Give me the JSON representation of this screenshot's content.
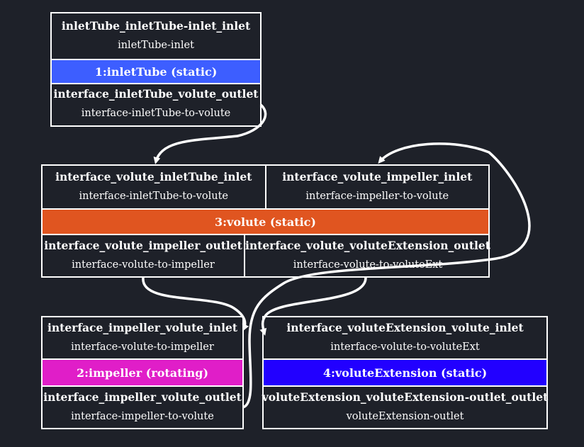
{
  "nodes": {
    "inletTube": {
      "title": "1:inletTube (static)",
      "color": "#3d5eff",
      "top_port": {
        "name": "inletTube_inletTube-inlet_inlet",
        "desc": "inletTube-inlet"
      },
      "bottom_port": {
        "name": "interface_inletTube_volute_outlet",
        "desc": "interface-inletTube-to-volute"
      }
    },
    "volute": {
      "title": "3:volute (static)",
      "color": "#e05520",
      "top_ports": [
        {
          "name": "interface_volute_inletTube_inlet",
          "desc": "interface-inletTube-to-volute"
        },
        {
          "name": "interface_volute_impeller_inlet",
          "desc": "interface-impeller-to-volute"
        }
      ],
      "bottom_ports": [
        {
          "name": "interface_volute_impeller_outlet",
          "desc": "interface-volute-to-impeller"
        },
        {
          "name": "interface_volute_voluteExtension_outlet",
          "desc": "interface-volute-to-voluteExt"
        }
      ]
    },
    "impeller": {
      "title": "2:impeller (rotating)",
      "color": "#e01ec8",
      "top_port": {
        "name": "interface_impeller_volute_inlet",
        "desc": "interface-volute-to-impeller"
      },
      "bottom_port": {
        "name": "interface_impeller_volute_outlet",
        "desc": "interface-impeller-to-volute"
      }
    },
    "voluteExtension": {
      "title": "4:voluteExtension (static)",
      "color": "#2200ff",
      "top_port": {
        "name": "interface_voluteExtension_volute_inlet",
        "desc": "interface-volute-to-voluteExt"
      },
      "bottom_port": {
        "name": "voluteExtension_voluteExtension-outlet_outlet",
        "desc": "voluteExtension-outlet"
      }
    }
  }
}
